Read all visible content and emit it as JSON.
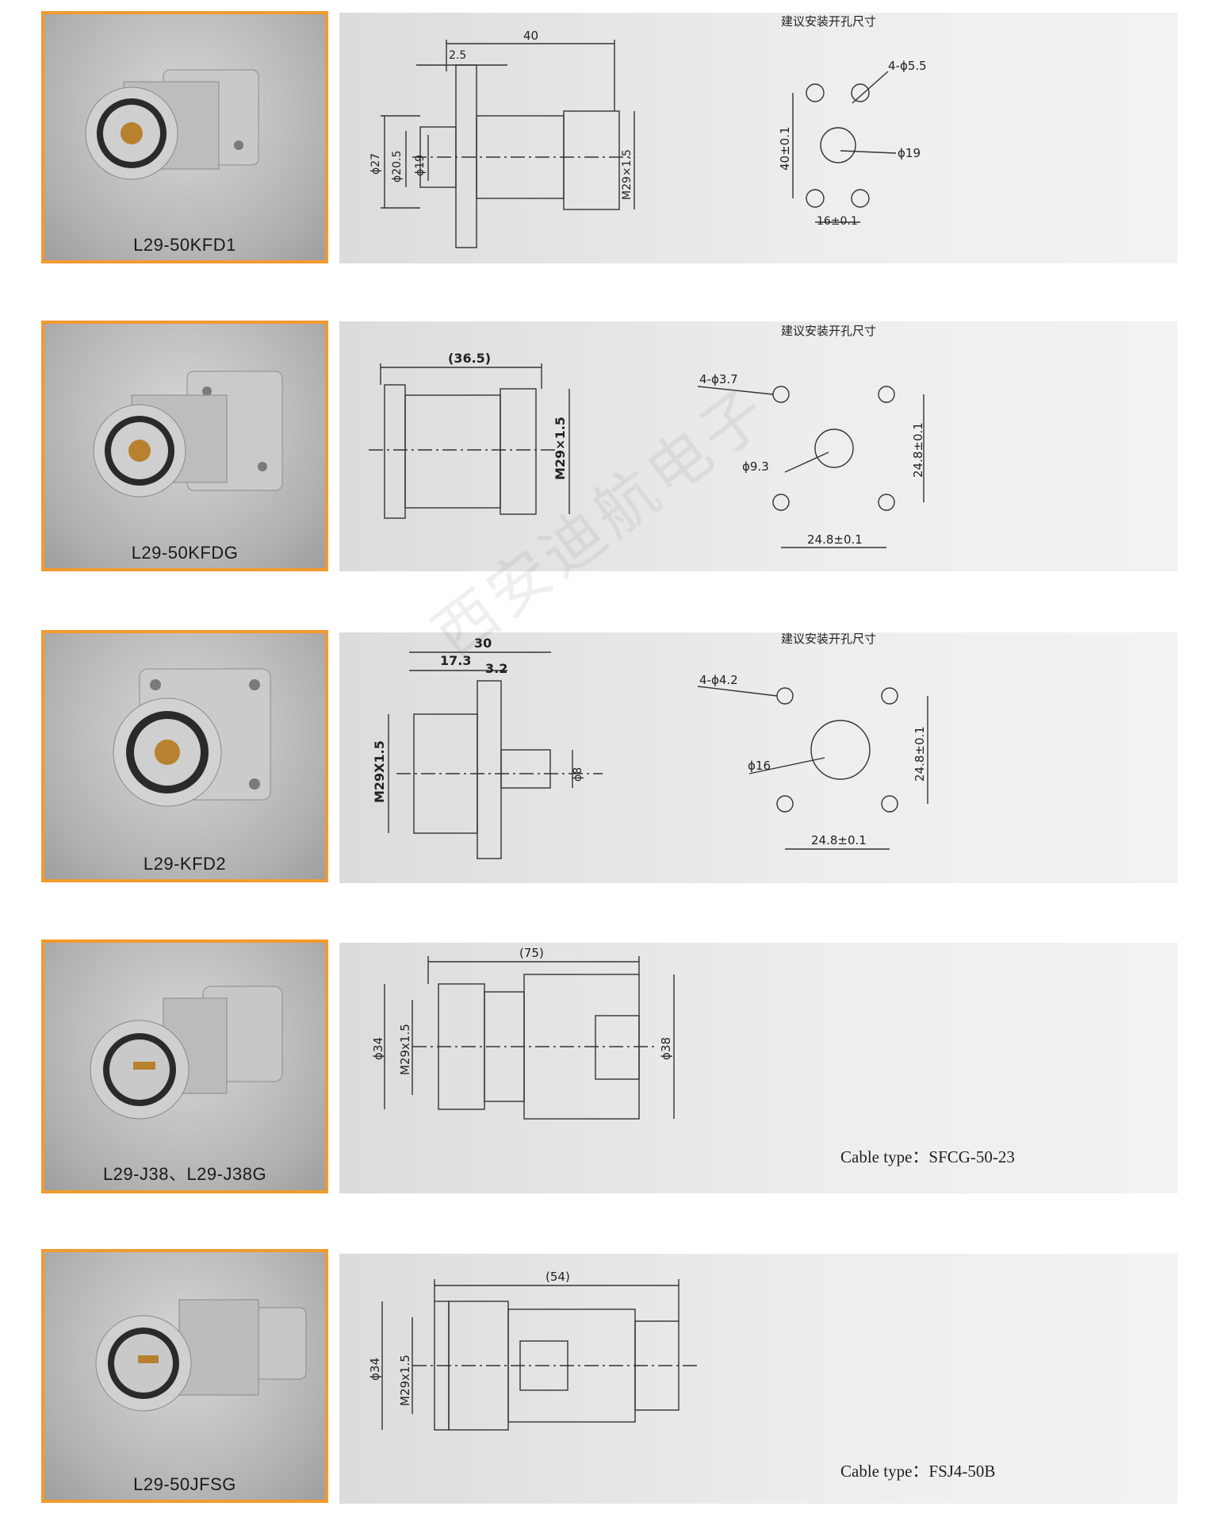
{
  "products": [
    {
      "name": "L29-50KFD1",
      "drawing_dims": [
        "40",
        "2.5",
        "ϕ27",
        "ϕ20.5",
        "ϕ19",
        "M29×1.5"
      ],
      "hole_title": "建议安装开孔尺寸",
      "hole_dims": [
        "4-ϕ5.5",
        "40±0.1",
        "ϕ19",
        "16±0.1"
      ]
    },
    {
      "name": "L29-50KFDG",
      "drawing_dims": [
        "(36.5)",
        "M29×1.5"
      ],
      "hole_title": "建议安装开孔尺寸",
      "hole_dims": [
        "4-ϕ3.7",
        "ϕ9.3",
        "24.8±0.1",
        "24.8±0.1"
      ]
    },
    {
      "name": "L29-KFD2",
      "drawing_dims": [
        "30",
        "17.3",
        "3.2",
        "M29X1.5",
        "ϕ8"
      ],
      "hole_title": "建议安装开孔尺寸",
      "hole_dims": [
        "4-ϕ4.2",
        "ϕ16",
        "24.8±0.1",
        "24.8±0.1"
      ]
    },
    {
      "name": "L29-J38、L29-J38G",
      "drawing_dims": [
        "(75)",
        "ϕ34",
        "M29x1.5",
        "ϕ38"
      ],
      "cable_type": "Cable type：SFCG-50-23"
    },
    {
      "name": "L29-50JFSG",
      "drawing_dims": [
        "(54)",
        "ϕ34",
        "M29x1.5"
      ],
      "cable_type": "Cable type：FSJ4-50B"
    }
  ],
  "watermark": "西安迪航电子",
  "colors": {
    "card_border": "#f39a2e",
    "band": "#e8e8e8"
  }
}
